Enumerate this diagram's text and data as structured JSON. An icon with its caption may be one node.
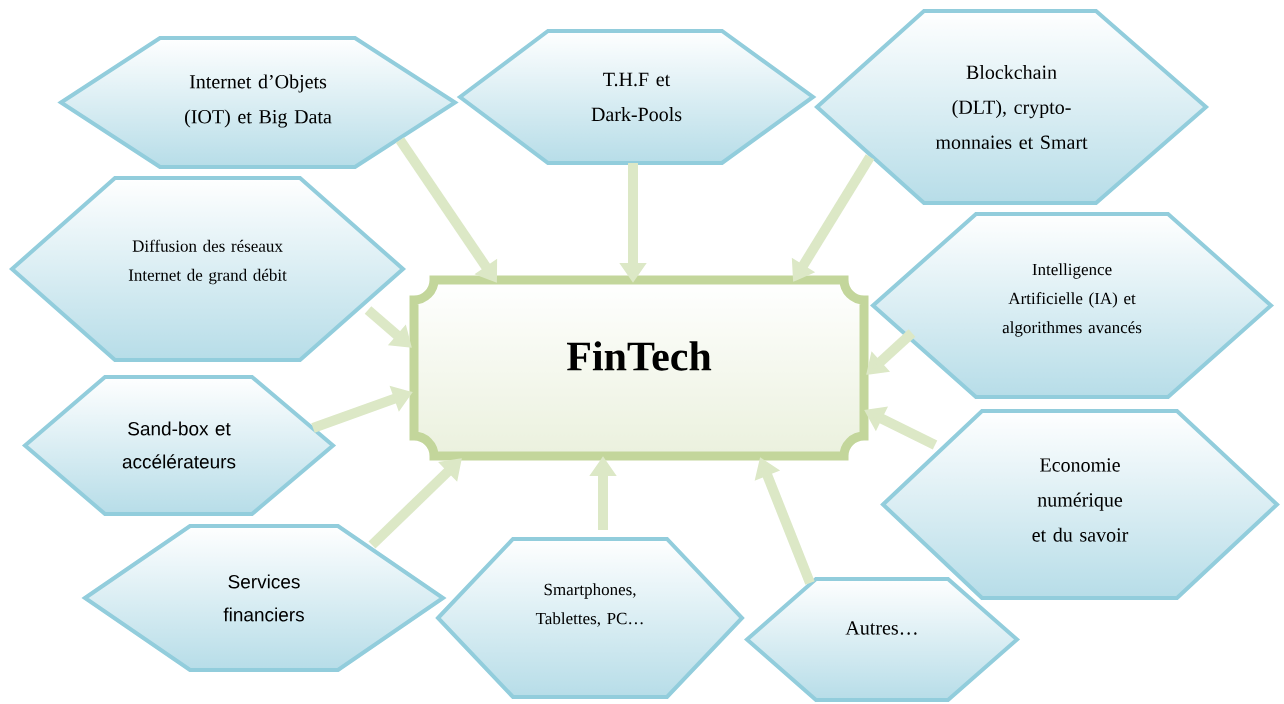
{
  "diagram": {
    "nodes": [
      {
        "text": [
          "FinTech"
        ]
      },
      {
        "text": [
          "Internet d’Objets (IOT) et Big Data"
        ]
      },
      {
        "text": [
          "T.H.F et Dark-Pools"
        ]
      },
      {
        "text": [
          "Blockchain (DLT), crypto-monnaies et Smart"
        ]
      },
      {
        "text": [
          "Diffusion des réseaux Internet de grand débit"
        ]
      },
      {
        "text": [
          "Intelligence Artificielle (IA) et algorithmes avancés"
        ]
      },
      {
        "text": [
          "Sand-box et accélérateurs"
        ]
      },
      {
        "text": [
          "Economie numérique et du savoir"
        ]
      },
      {
        "text": [
          "Services financiers"
        ]
      },
      {
        "text": [
          "Smartphones, Tablettes, PC…"
        ]
      },
      {
        "text": [
          "Autres…"
        ]
      }
    ],
    "edges": [
      {
        "from": 1,
        "to": 0,
        "arrow": "to"
      },
      {
        "from": 2,
        "to": 0,
        "arrow": "to"
      },
      {
        "from": 3,
        "to": 0,
        "arrow": "to"
      },
      {
        "from": 4,
        "to": 0,
        "arrow": "to"
      },
      {
        "from": 5,
        "to": 0,
        "arrow": "to"
      },
      {
        "from": 6,
        "to": 0,
        "arrow": "to"
      },
      {
        "from": 7,
        "to": 0,
        "arrow": "to"
      },
      {
        "from": 8,
        "to": 0,
        "arrow": "to"
      },
      {
        "from": 9,
        "to": 0,
        "arrow": "to"
      },
      {
        "from": 10,
        "to": 0,
        "arrow": "to"
      }
    ]
  }
}
